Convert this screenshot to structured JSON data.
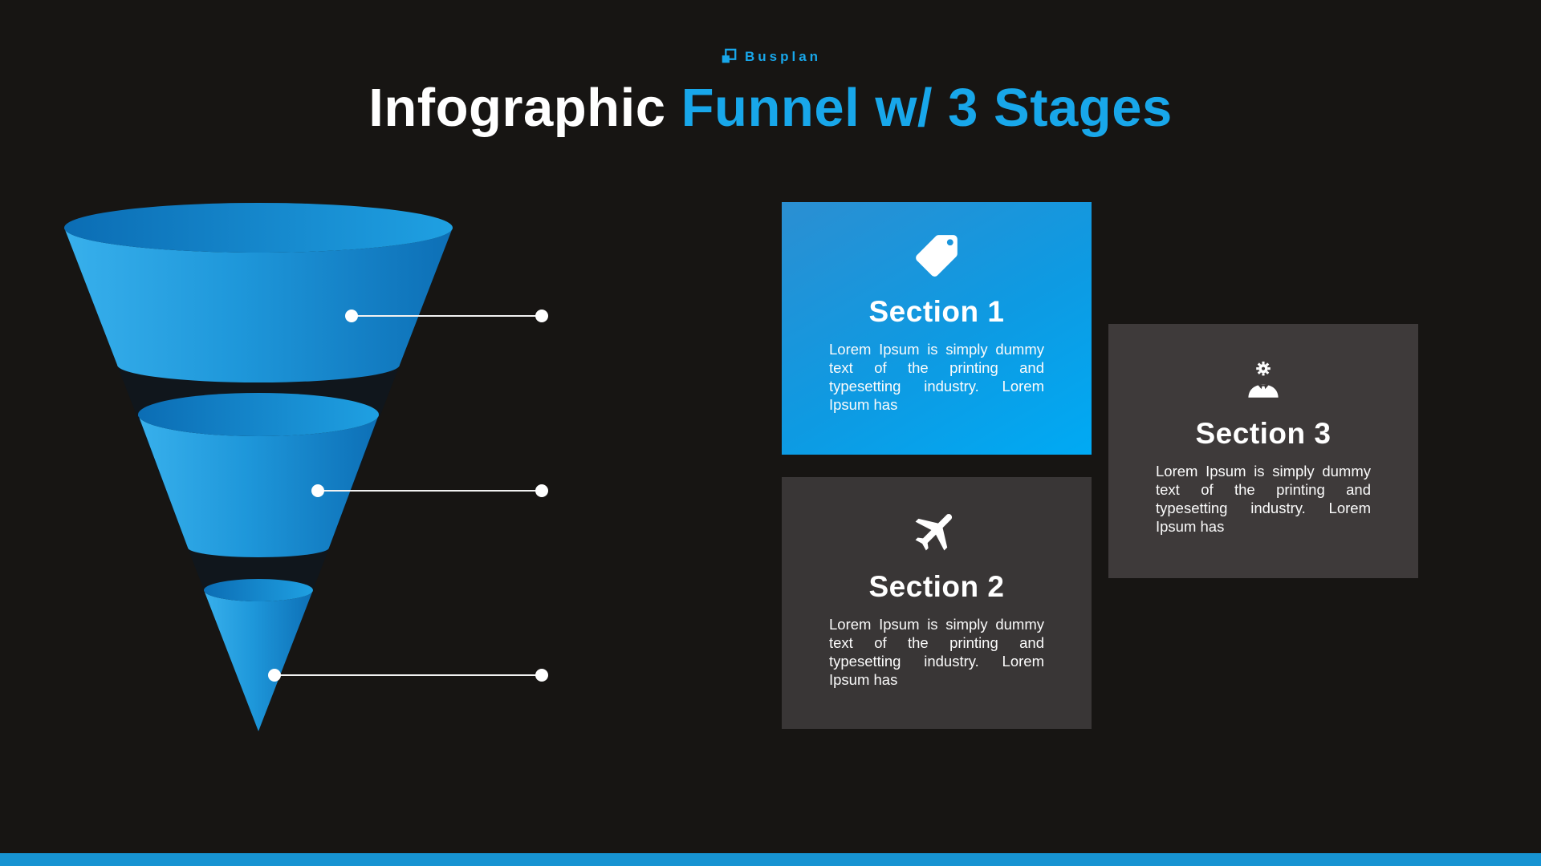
{
  "brand": {
    "name": "Busplan"
  },
  "title": {
    "white": "Infographic",
    "blue": "Funnel w/ 3 Stages"
  },
  "colors": {
    "background": "#171513",
    "accent_blue": "#18a7ea",
    "funnel_light": "#38b0ec",
    "funnel_dark": "#0d6fb6",
    "card_blue_gradient_start": "#2b8fd2",
    "card_blue_gradient_end": "#00aaf4",
    "card_dark": "#393636",
    "card_dark_light": "#3e3a3a",
    "footer_bar": "#1793d2",
    "connector": "#ffffff"
  },
  "funnel": {
    "stages": 3,
    "connector_count": 3
  },
  "sections": [
    {
      "label": "Section 1",
      "icon": "tag-icon",
      "variant": "blue",
      "body": "Lorem Ipsum is simply dummy text of the printing and typesetting industry. Lorem Ipsum has"
    },
    {
      "label": "Section 2",
      "icon": "plane-icon",
      "variant": "dark",
      "body": "Lorem Ipsum is simply dummy text of the printing and typesetting industry. Lorem Ipsum has"
    },
    {
      "label": "Section 3",
      "icon": "businessman-gear-icon",
      "variant": "dark",
      "body": "Lorem Ipsum is simply dummy text of the printing and typesetting industry. Lorem Ipsum has"
    }
  ]
}
